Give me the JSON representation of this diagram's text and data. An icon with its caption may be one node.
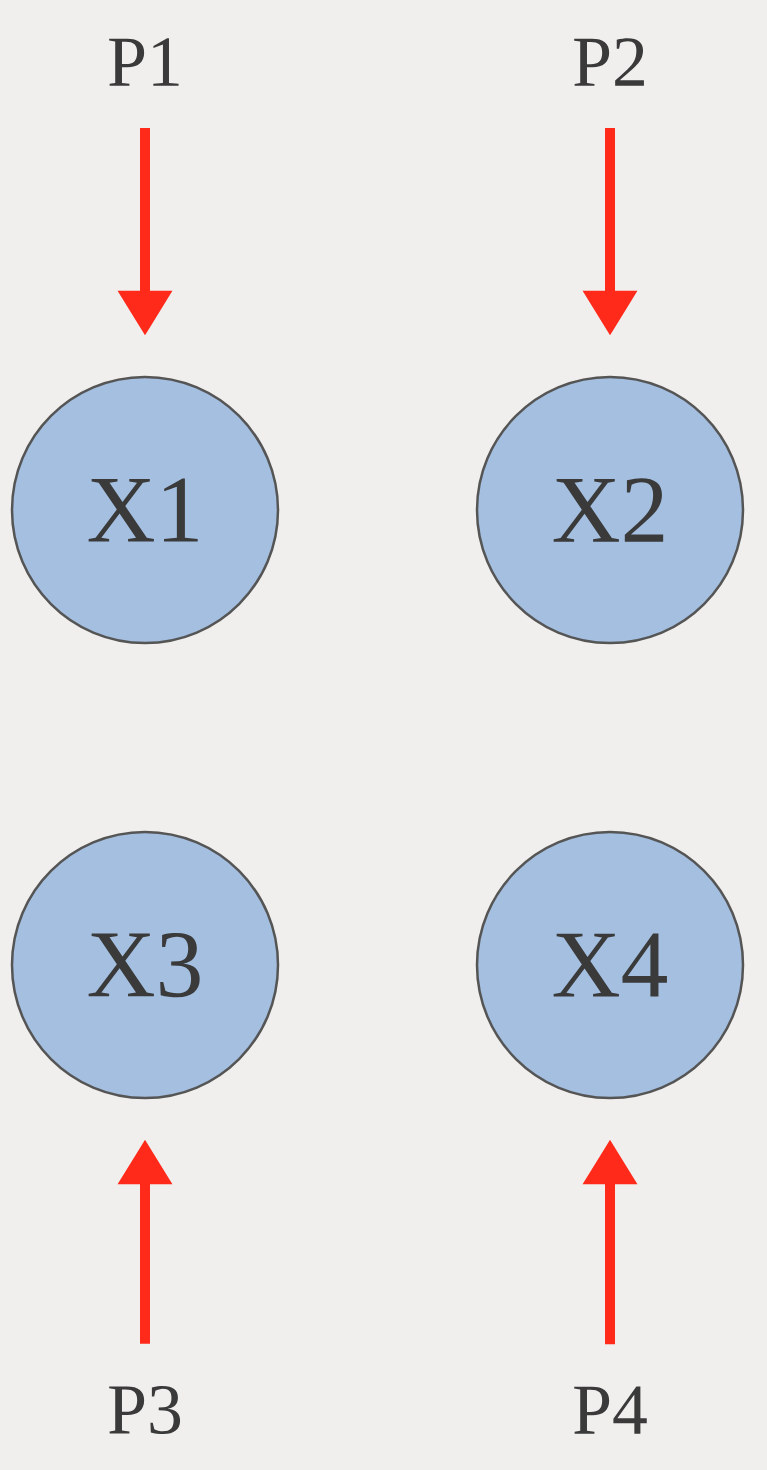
{
  "diagram": {
    "nodes": [
      {
        "text": [
          "P1"
        ]
      },
      {
        "text": [
          "P2"
        ]
      },
      {
        "text": [
          "X1"
        ]
      },
      {
        "text": [
          "X2"
        ]
      },
      {
        "text": [
          "X3"
        ]
      },
      {
        "text": [
          "X4"
        ]
      },
      {
        "text": [
          "P3"
        ]
      },
      {
        "text": [
          "P4"
        ]
      }
    ],
    "edges": [
      {
        "from": 0,
        "to": 2,
        "arrow": "to"
      },
      {
        "from": 1,
        "to": 3,
        "arrow": "to"
      },
      {
        "from": 6,
        "to": 4,
        "arrow": "to"
      },
      {
        "from": 7,
        "to": 5,
        "arrow": "to"
      }
    ]
  }
}
